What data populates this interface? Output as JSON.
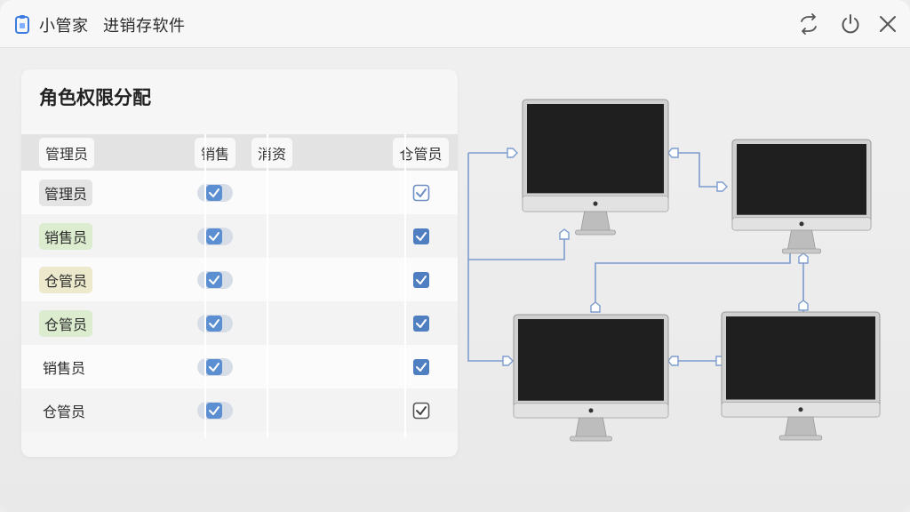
{
  "titlebar": {
    "app_name": "小管家",
    "app_subtitle": "进销存软件",
    "icons": [
      "clipboard-icon",
      "sync-icon",
      "power-icon",
      "close-icon"
    ]
  },
  "panel": {
    "title": "角色权限分配",
    "columns": [
      "管理员",
      "销售",
      "消资",
      "仓管员"
    ],
    "rows": [
      {
        "role": "管理员",
        "tag_color": "#e4e4e4",
        "sales_on": true,
        "warehouse_checked": true
      },
      {
        "role": "销售员",
        "tag_color": "#dceccf",
        "sales_on": true,
        "warehouse_checked": true
      },
      {
        "role": "仓管员",
        "tag_color": "#ece9cc",
        "sales_on": true,
        "warehouse_checked": true
      },
      {
        "role": "仓管员",
        "tag_color": "#dceccf",
        "sales_on": true,
        "warehouse_checked": true
      },
      {
        "role": "销售员",
        "tag_color": "",
        "sales_on": true,
        "warehouse_checked": true
      },
      {
        "role": "仓管员",
        "tag_color": "",
        "sales_on": true,
        "warehouse_checked": true
      }
    ]
  },
  "colors": {
    "accent": "#5b8fd1",
    "connector": "#7d9ccd",
    "monitor_screen": "#1f1f1f",
    "monitor_frame": "#c9c9c9"
  }
}
